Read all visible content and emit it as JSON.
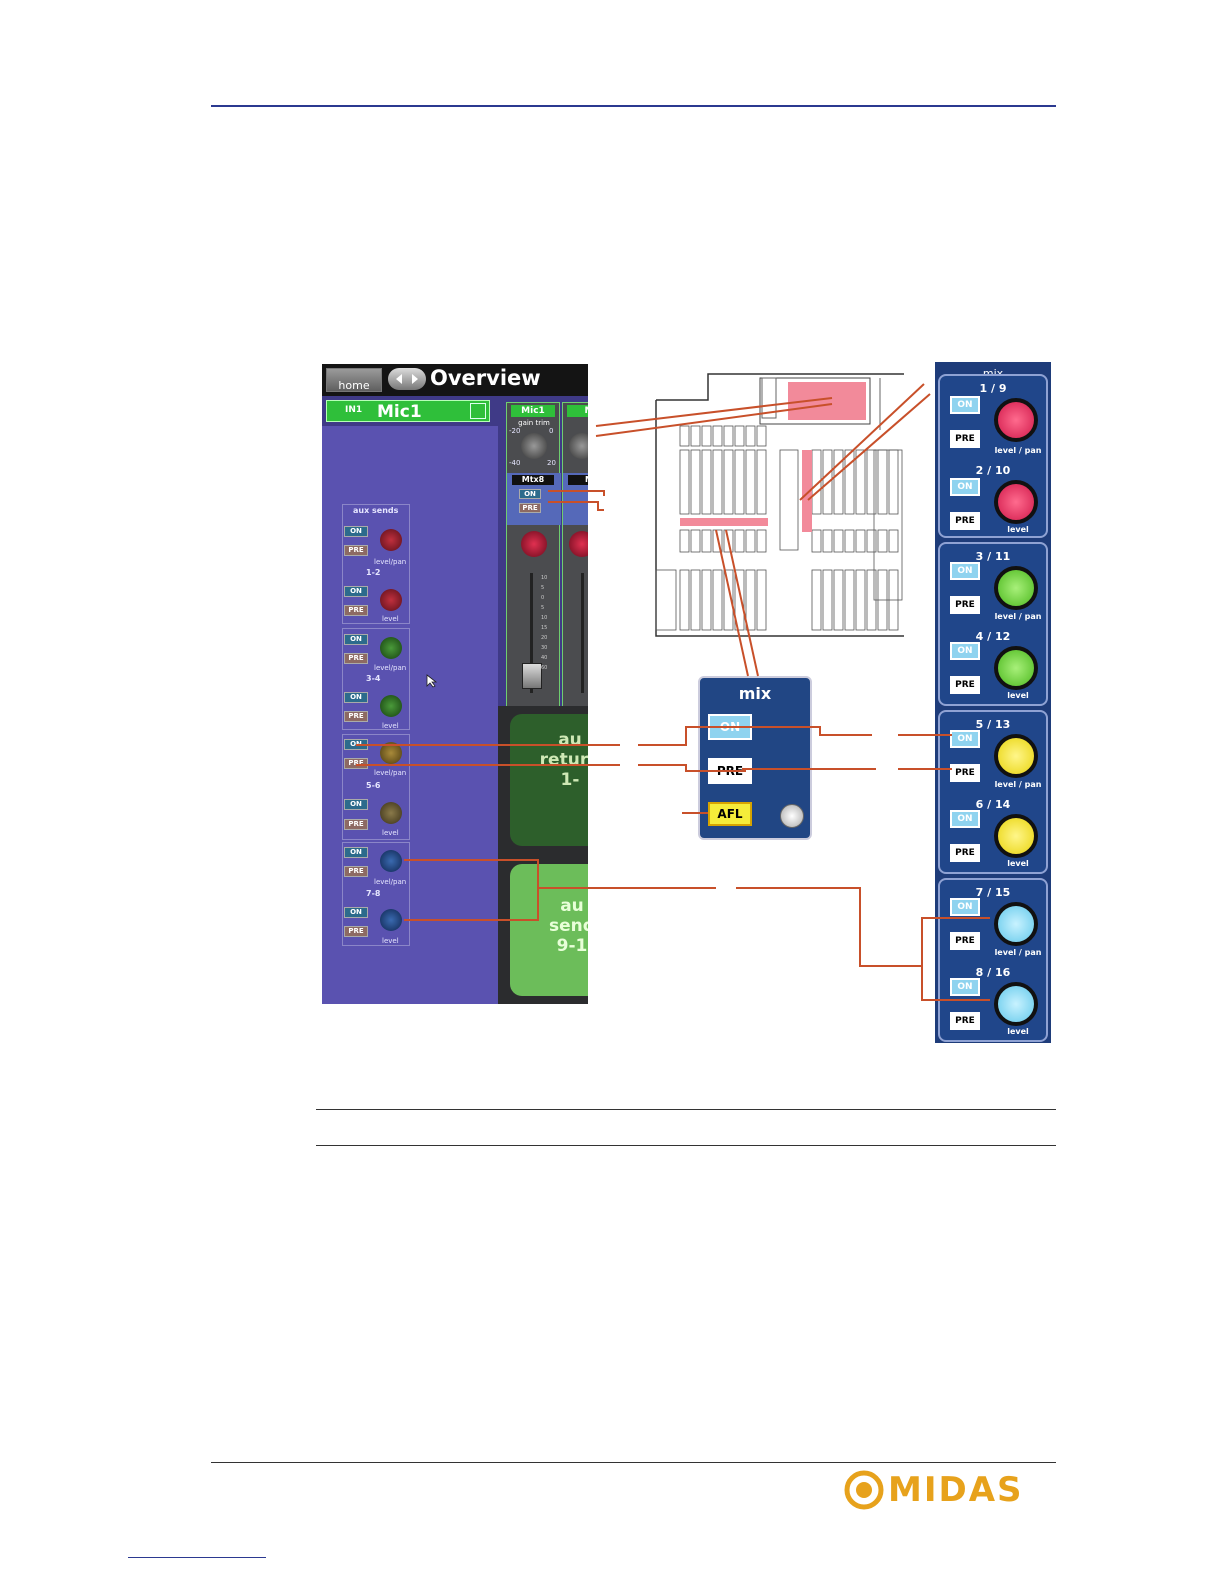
{
  "gui": {
    "home_label": "home",
    "title": "Overview",
    "channel_id": "IN1",
    "channel_name": "Mic1",
    "strip1_label": "Mic1",
    "strip2_label": "M",
    "gain_trim_label": "gain trim",
    "gain_scale": [
      "-20",
      "0",
      "-40",
      "20"
    ],
    "matrix_label": "Mtx8",
    "matrix_label2": "M",
    "aux_sends_title": "aux sends",
    "aux_groups": [
      "1-2",
      "3-4",
      "5-6",
      "7-8"
    ],
    "level_pan_label": "level/pan",
    "level_label": "level",
    "on_label": "ON",
    "pre_label": "PRE",
    "aux_returns_text": [
      "au",
      "return",
      "1-"
    ],
    "aux_sends_text": [
      "au",
      "send",
      "9-1"
    ],
    "fader_scale": [
      "10",
      "5",
      "0",
      "5",
      "10",
      "15",
      "20",
      "30",
      "40",
      "60"
    ]
  },
  "mix_panel": {
    "title": "mix",
    "on_label": "ON",
    "pre_label": "PRE",
    "afl_label": "AFL"
  },
  "mix_column": {
    "title": "mix",
    "level_pan": "level / pan",
    "level": "level",
    "on_label": "ON",
    "pre_label": "PRE",
    "sections": [
      {
        "top": "1 / 9",
        "bottom": "2 / 10",
        "color": "#e8245a"
      },
      {
        "top": "3 / 11",
        "bottom": "4 / 12",
        "color": "#6bd03c"
      },
      {
        "top": "5 / 13",
        "bottom": "6 / 14",
        "color": "#f2e21b"
      },
      {
        "top": "7 / 15",
        "bottom": "8 / 16",
        "color": "#6fd0ef"
      }
    ]
  },
  "colors": {
    "header_rule": "#2b3990",
    "callout": "#c8502a",
    "logo": "#e7a21c"
  },
  "logo_text": "MIDAS"
}
